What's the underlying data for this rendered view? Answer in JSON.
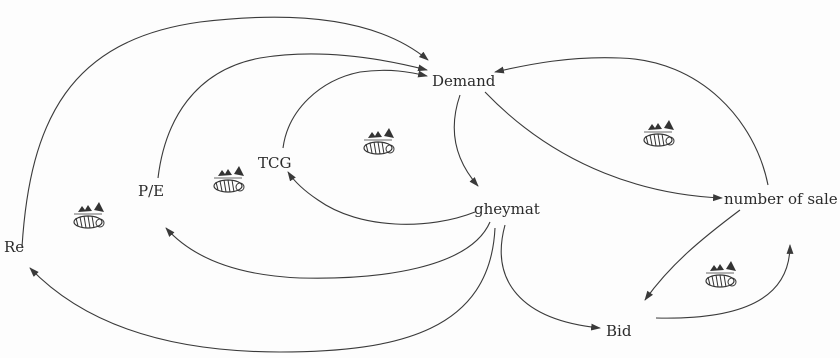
{
  "diagram": {
    "title": "",
    "nodes": {
      "demand": "Demand",
      "tcg": "TCG",
      "pe": "P/E",
      "gheymat": "gheymat",
      "number_of_sale": "number of sale",
      "bid": "Bid",
      "re": "Re"
    },
    "links": [
      {
        "from": "Re",
        "to": "Demand"
      },
      {
        "from": "P/E",
        "to": "Demand"
      },
      {
        "from": "TCG",
        "to": "Demand"
      },
      {
        "from": "Demand",
        "to": "gheymat"
      },
      {
        "from": "Demand",
        "to": "number of sale"
      },
      {
        "from": "number of sale",
        "to": "Demand"
      },
      {
        "from": "gheymat",
        "to": "TCG"
      },
      {
        "from": "gheymat",
        "to": "P/E"
      },
      {
        "from": "gheymat",
        "to": "Re"
      },
      {
        "from": "gheymat",
        "to": "Bid"
      },
      {
        "from": "number of sale",
        "to": "Bid"
      },
      {
        "from": "Bid",
        "to": "number of sale"
      }
    ],
    "loop_icons": [
      "loop-icon",
      "loop-icon",
      "loop-icon",
      "loop-icon",
      "loop-icon"
    ],
    "colors": {
      "ink": "#2b2b2b",
      "background": "#fdfdfd"
    }
  }
}
